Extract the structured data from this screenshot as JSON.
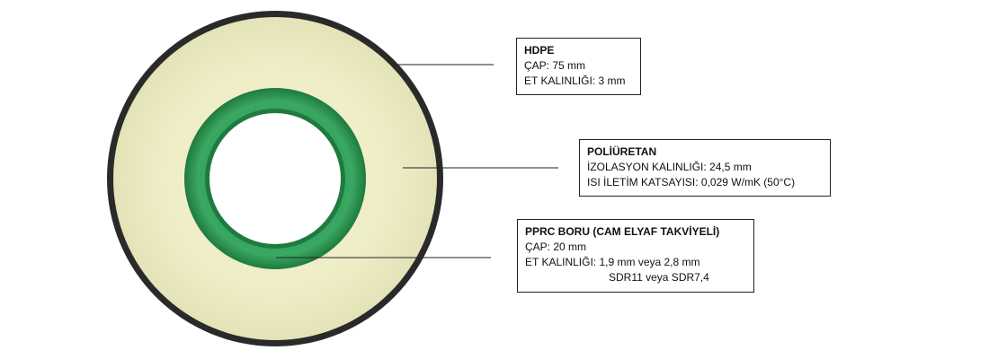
{
  "colors": {
    "outer_jacket": "#2a2a2a",
    "foam_insulation": "#efeec8",
    "pipe_green": "#2e9a55",
    "pipe_green_dark": "#1f7a3f",
    "leader_line": "#222222",
    "label_border": "#222222"
  },
  "labels": {
    "hdpe": {
      "title": "HDPE",
      "line1": "ÇAP: 75 mm",
      "line2": "ET KALINLIĞI: 3 mm"
    },
    "polyurethane": {
      "title": "POLİÜRETAN",
      "line1": "İZOLASYON KALINLIĞI: 24,5 mm",
      "line2": "ISI İLETİM KATSAYISI: 0,029 W/mK (50°C)"
    },
    "pprc": {
      "title": "PPRC BORU (CAM ELYAF TAKVİYELİ)",
      "line1": "ÇAP: 20 mm",
      "line2": "ET KALINLIĞI: 1,9 mm veya 2,8 mm",
      "line3": "SDR11 veya SDR7,4"
    }
  }
}
